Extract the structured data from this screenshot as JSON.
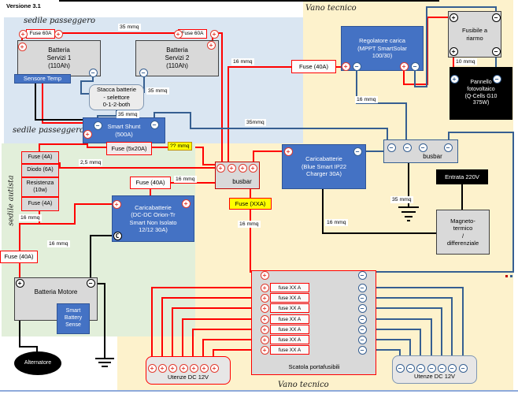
{
  "meta": {
    "version": "Versione 3.1"
  },
  "regions": {
    "passeggero": "sedile passeggero",
    "autista": "sedile autista",
    "vano": "Vano tecnico"
  },
  "symbols": {
    "plus": "+",
    "minus": "−",
    "chassis": "C"
  },
  "palette": {
    "wire_positive": "#ff0000",
    "wire_negative": "#365f91",
    "wire_ground": "#000000",
    "victron_blue": "#4472c4",
    "region_blue": "#dae6f2",
    "region_green": "#e2efda",
    "region_yellow": "#fdf2cc",
    "highlight_yellow": "#ffff00"
  },
  "components": {
    "battery1": [
      "Batteria",
      "Servizi 1",
      "(110Ah)"
    ],
    "battery2": [
      "Batteria",
      "Servizi 2",
      "(110Ah)"
    ],
    "fuse60": "Fuse 60A",
    "sensore": "Sensore Temp",
    "stacca": [
      "Stacca batterie",
      "- selettore",
      "0-1-2-both"
    ],
    "shunt": [
      "Smart Shunt",
      "(500A)"
    ],
    "fuse5x20": "Fuse (5x20A)",
    "fuse4a": "Fuse (4A)",
    "diodo": "Diodo (6A)",
    "resistenza": [
      "Resistenza",
      "(10w)"
    ],
    "fuse40": "Fuse (40A)",
    "dcdc": [
      "Caricabatterie",
      "(DC-DC Orion-Tr",
      "Smart Non Isolato",
      "12/12 30A)"
    ],
    "batt_motore": "Batteria Motore",
    "sense": [
      "Smart",
      "Battery",
      "Sense"
    ],
    "alternatore": "Alternatore",
    "utenze": "Utenze DC 12V",
    "scatola": "Scatola portafusibili",
    "fuse_rows": [
      "fuse XX A",
      "fuse XX A",
      "fuse XX A",
      "fuse XX A",
      "fuse XX A",
      "fuse XX A",
      "fuse XX A"
    ],
    "busbar": "busbar",
    "fusexx": "Fuse (XXA)",
    "ip22": [
      "Caricabatterie",
      "(Blue Smart IP22",
      "Charger 30A)"
    ],
    "entrata": "Entrata 220V",
    "magneto": [
      "Magneto-",
      "termico",
      "/",
      "differenziale"
    ],
    "mppt": [
      "Regolatore carica",
      "(MPPT SmartSolar",
      "100/30)"
    ],
    "fusibile": [
      "Fusibile a",
      "riarmo"
    ],
    "pannello": [
      "Pannello",
      "fotovoltaico",
      "(Q-Cells G10",
      "375W)"
    ]
  },
  "wire_labels": [
    "35 mmq",
    "35 mmq",
    "35 mmq",
    "35mmq",
    "16 mmq",
    "16 mmq",
    "?? mmq",
    "2,5 mmq",
    "16 mmq",
    "16 mmq",
    "16 mmq",
    "16 mmq",
    "16 mmq",
    "35 mmq",
    "10 mmq"
  ]
}
